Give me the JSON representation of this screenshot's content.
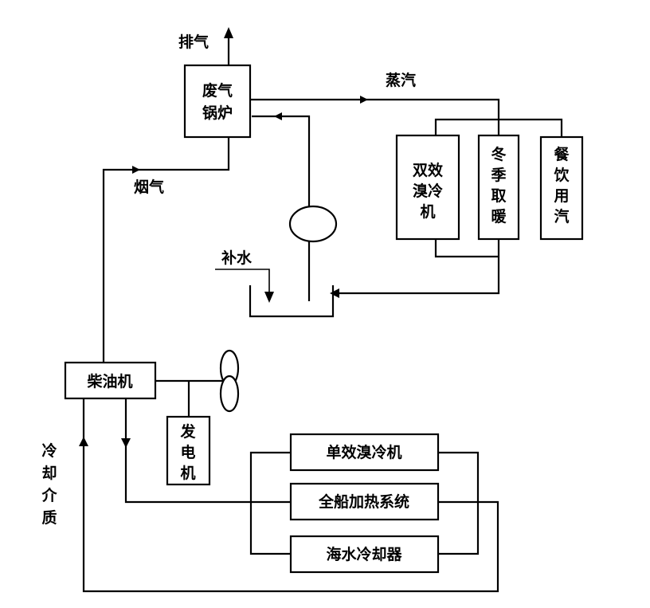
{
  "labels": {
    "exhaust": "排气",
    "steam": "蒸汽",
    "flue_gas": "烟气",
    "makeup_water": "补水",
    "cooling_medium": [
      "冷",
      "却",
      "介",
      "质"
    ]
  },
  "nodes": {
    "waste_heat_boiler": [
      "废气",
      "锅炉"
    ],
    "double_effect_chiller": [
      "双效",
      "溴冷",
      "机"
    ],
    "winter_heating": [
      "冬",
      "季",
      "取",
      "暖"
    ],
    "galley_steam": [
      "餐",
      "饮",
      "用",
      "汽"
    ],
    "diesel_engine": "柴油机",
    "generator": [
      "发",
      "电",
      "机"
    ],
    "single_effect_chiller": "单效溴冷机",
    "ship_heating_system": "全船加热系统",
    "seawater_cooler": "海水冷却器"
  }
}
